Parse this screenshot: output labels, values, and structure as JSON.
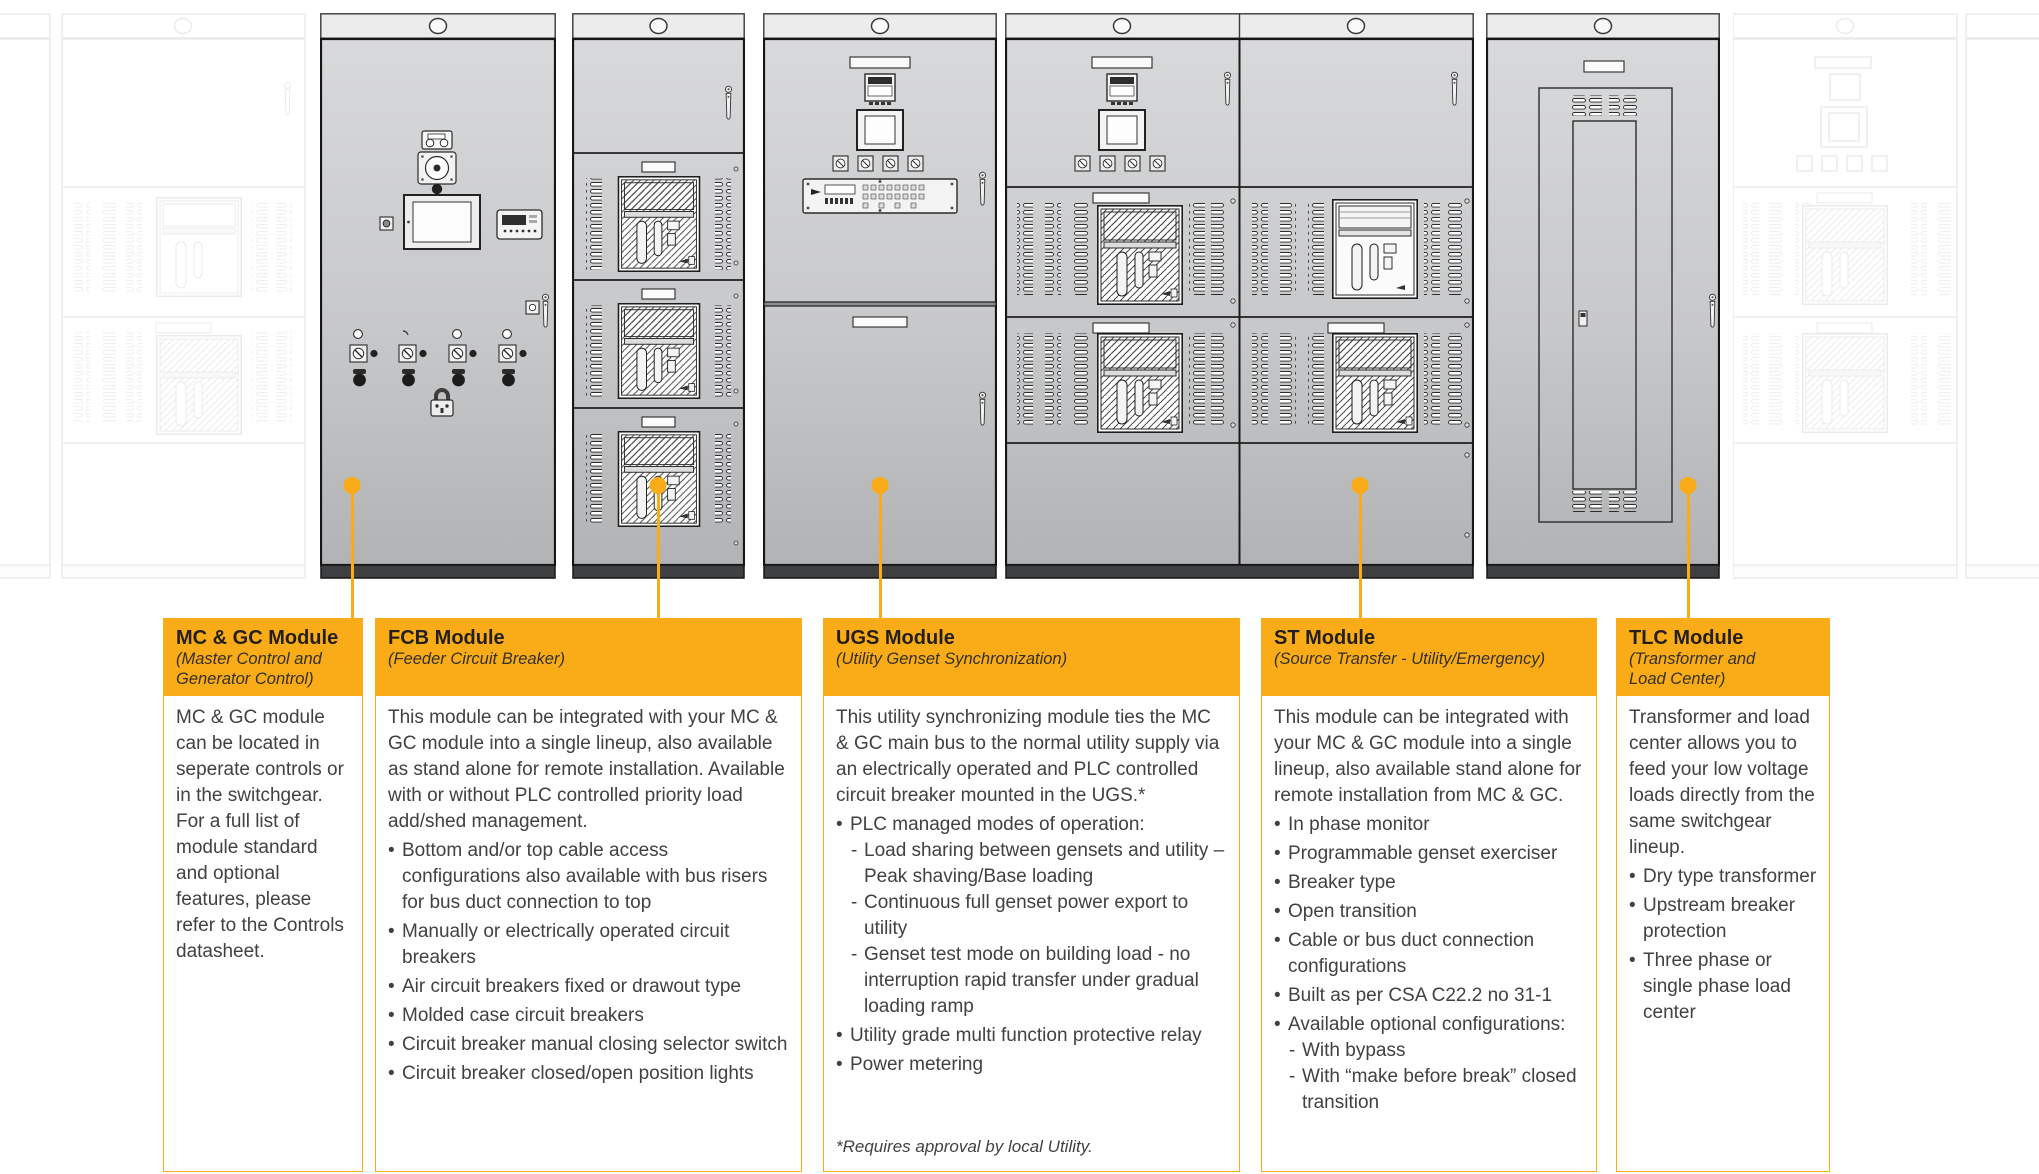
{
  "colors": {
    "accent": "#F9AC18",
    "body_text": "#414141",
    "title_text": "#231f20"
  },
  "modules": [
    {
      "id": "mcgc",
      "title": "MC & GC Module",
      "subtitle": "(Master Control and\nGenerator Control)",
      "paragraphs": [
        "MC & GC module can be located in seperate controls or in the switchgear.",
        "For a full list of module standard and optional features, please refer to the Controls datasheet."
      ],
      "bullets": [],
      "footnote": ""
    },
    {
      "id": "fcb",
      "title": "FCB Module",
      "subtitle": "(Feeder Circuit Breaker)",
      "paragraphs": [
        "This module can be integrated with your MC & GC module into a single lineup, also available as stand alone for remote installation. Available with or without PLC controlled priority load add/shed management."
      ],
      "bullets": [
        {
          "text": "Bottom and/or top cable access configurations also available with bus risers for bus duct connection to top"
        },
        {
          "text": "Manually or electrically operated circuit breakers"
        },
        {
          "text": "Air circuit breakers fixed or drawout type"
        },
        {
          "text": "Molded case circuit breakers"
        },
        {
          "text": "Circuit breaker manual closing selector switch"
        },
        {
          "text": "Circuit breaker closed/open position lights"
        }
      ],
      "footnote": ""
    },
    {
      "id": "ugs",
      "title": "UGS Module",
      "subtitle": "(Utility Genset Synchronization)",
      "paragraphs": [
        "This utility synchronizing module ties the MC & GC main bus to the normal utility supply via an electrically operated and PLC controlled circuit breaker mounted in the UGS.*"
      ],
      "bullets": [
        {
          "text": "PLC managed modes of operation:",
          "subs": [
            "Load sharing between gensets and utility – Peak shaving/Base loading",
            "Continuous full genset power export to utility",
            "Genset test mode on building load - no interruption rapid transfer under gradual loading ramp"
          ]
        },
        {
          "text": "Utility grade multi function protective relay"
        },
        {
          "text": "Power metering"
        }
      ],
      "footnote": "*Requires approval by local Utility."
    },
    {
      "id": "st",
      "title": "ST Module",
      "subtitle": "(Source Transfer - Utility/Emergency)",
      "paragraphs": [
        "This module can be integrated with your MC & GC module into a single lineup, also available stand alone for remote installation from MC & GC."
      ],
      "bullets": [
        {
          "text": "In phase monitor"
        },
        {
          "text": "Programmable genset exerciser"
        },
        {
          "text": "Breaker type"
        },
        {
          "text": "Open transition"
        },
        {
          "text": "Cable or bus duct connection configurations"
        },
        {
          "text": "Built as per CSA C22.2 no 31-1"
        },
        {
          "text": "Available optional configurations:",
          "subs": [
            "With bypass",
            "With “make before break” closed transition"
          ]
        }
      ],
      "footnote": ""
    },
    {
      "id": "tlc",
      "title": "TLC Module",
      "subtitle": "(Transformer and\nLoad Center)",
      "paragraphs": [
        "Transformer and load center allows you to feed your low voltage loads directly from the same switchgear lineup."
      ],
      "bullets": [
        {
          "text": "Dry type transformer"
        },
        {
          "text": "Upstream breaker protection"
        },
        {
          "text": "Three phase or single phase load center"
        }
      ],
      "footnote": ""
    }
  ]
}
